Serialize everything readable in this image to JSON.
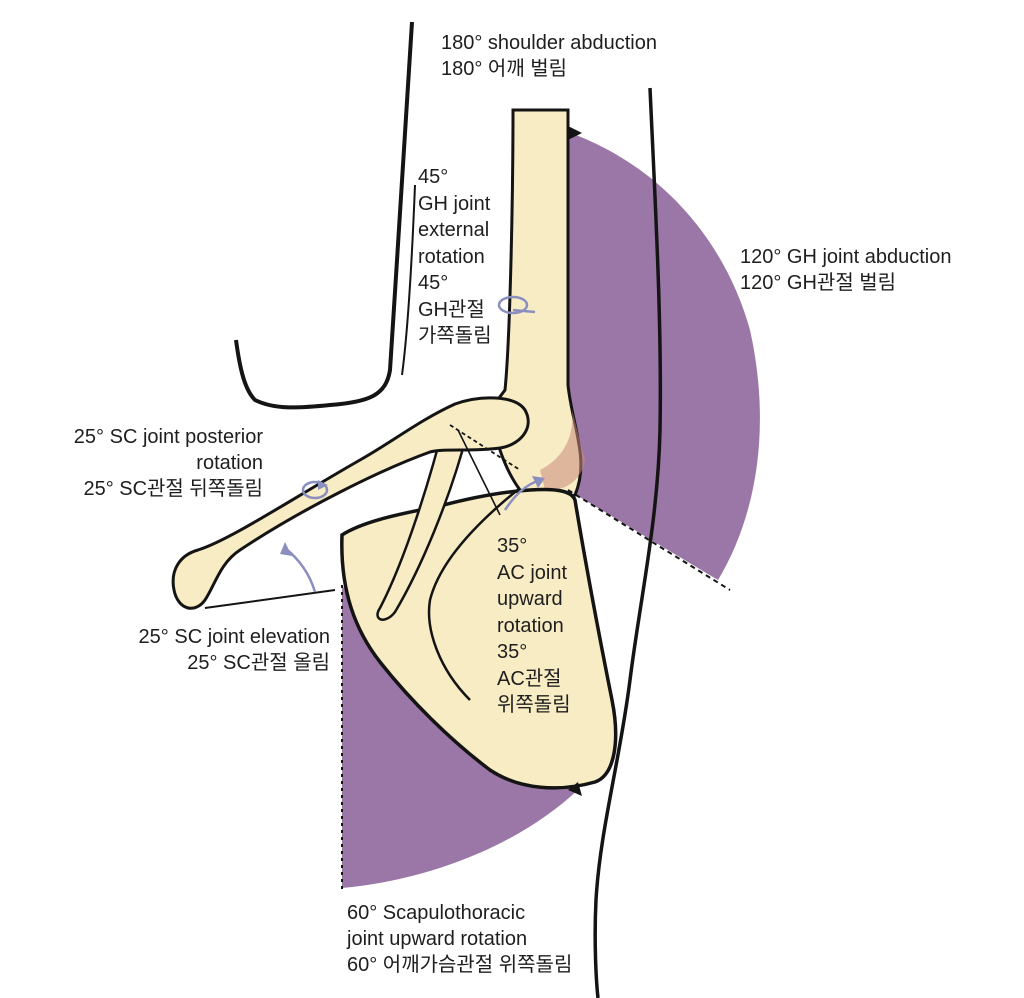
{
  "labels": {
    "shoulder_abduction": {
      "en": "180° shoulder abduction",
      "ko": "180° 어깨 벌림"
    },
    "gh_external_rotation": {
      "lines": [
        "45°",
        "GH joint",
        "external",
        "rotation",
        "45°",
        "GH관절",
        "가쪽돌림"
      ]
    },
    "gh_abduction": {
      "en": "120° GH joint abduction",
      "ko": "120° GH관절 벌림"
    },
    "sc_posterior_rotation": {
      "en1": "25° SC joint posterior",
      "en2": "rotation",
      "ko": "25° SC관절 뒤쪽돌림"
    },
    "ac_upward_rotation": {
      "lines": [
        "35°",
        "AC joint",
        "upward",
        "rotation",
        "35°",
        "AC관절",
        "위쪽돌림"
      ]
    },
    "sc_elevation": {
      "en": "25° SC joint elevation",
      "ko": "25° SC관절 올림"
    },
    "scapulothoracic_rotation": {
      "en1": "60° Scapulothoracic",
      "en2": "joint upward rotation",
      "ko": "60° 어깨가슴관절 위쪽돌림"
    }
  },
  "colors": {
    "sector_fill": "#9b77a7",
    "bone_fill": "#f8ecc4",
    "bone_shadow": "#c98a7a",
    "outline": "#141414",
    "arrow": "#8a8fbf",
    "text": "#1e1e1e"
  }
}
